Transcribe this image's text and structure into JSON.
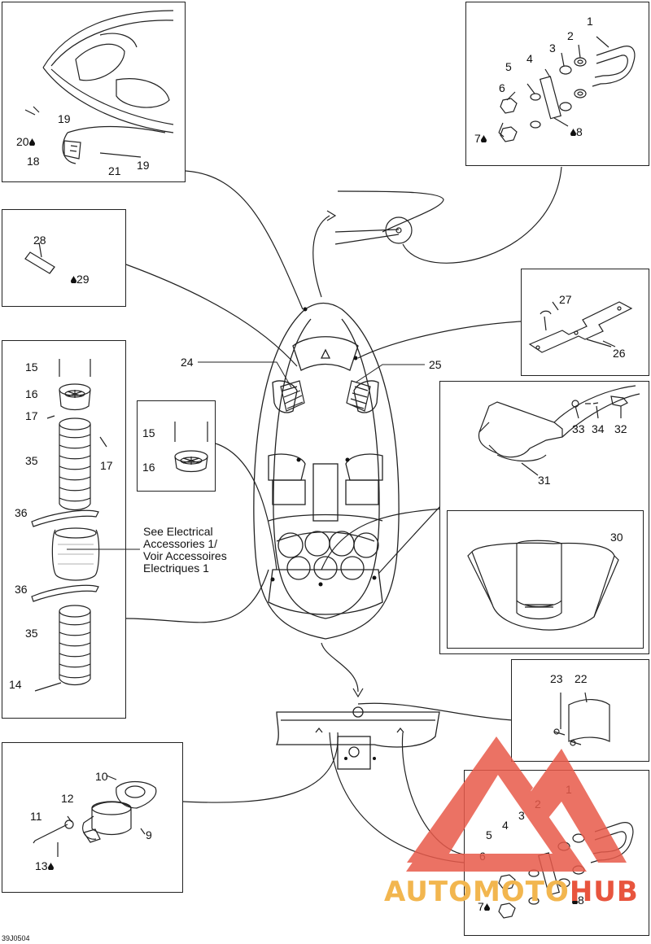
{
  "figure_ref": "39J0504",
  "note_electrical": [
    "See Electrical",
    "Accessories 1/",
    "Voir Accessoires",
    "Electriques 1"
  ],
  "watermark": {
    "left": "AUTOMOTO",
    "right": "HUB",
    "color_left": "#f2b64f",
    "color_right": "#e8553e",
    "logo_color": "#e85a4a"
  },
  "callouts": {
    "c1": "1",
    "c2": "2",
    "c3": "3",
    "c4": "4",
    "c5": "5",
    "c6": "6",
    "c7": "7",
    "c8": "8",
    "c1b": "1",
    "c2b": "2",
    "c3b": "3",
    "c4b": "4",
    "c5b": "5",
    "c6b": "6",
    "c7b": "7",
    "c8b": "8",
    "c9": "9",
    "c10": "10",
    "c11": "11",
    "c12": "12",
    "c13": "13",
    "c14": "14",
    "c15": "15",
    "c16": "16",
    "c15b": "15",
    "c16b": "16",
    "c17a": "17",
    "c17b": "17",
    "c18": "18",
    "c19a": "19",
    "c19b": "19",
    "c20": "20",
    "c21": "21",
    "c22": "22",
    "c23": "23",
    "c24": "24",
    "c25": "25",
    "c26": "26",
    "c27": "27",
    "c28": "28",
    "c29": "29",
    "c30": "30",
    "c31": "31",
    "c32": "32",
    "c33": "33",
    "c34": "34",
    "c35a": "35",
    "c35b": "35",
    "c36a": "36",
    "c36b": "36"
  }
}
